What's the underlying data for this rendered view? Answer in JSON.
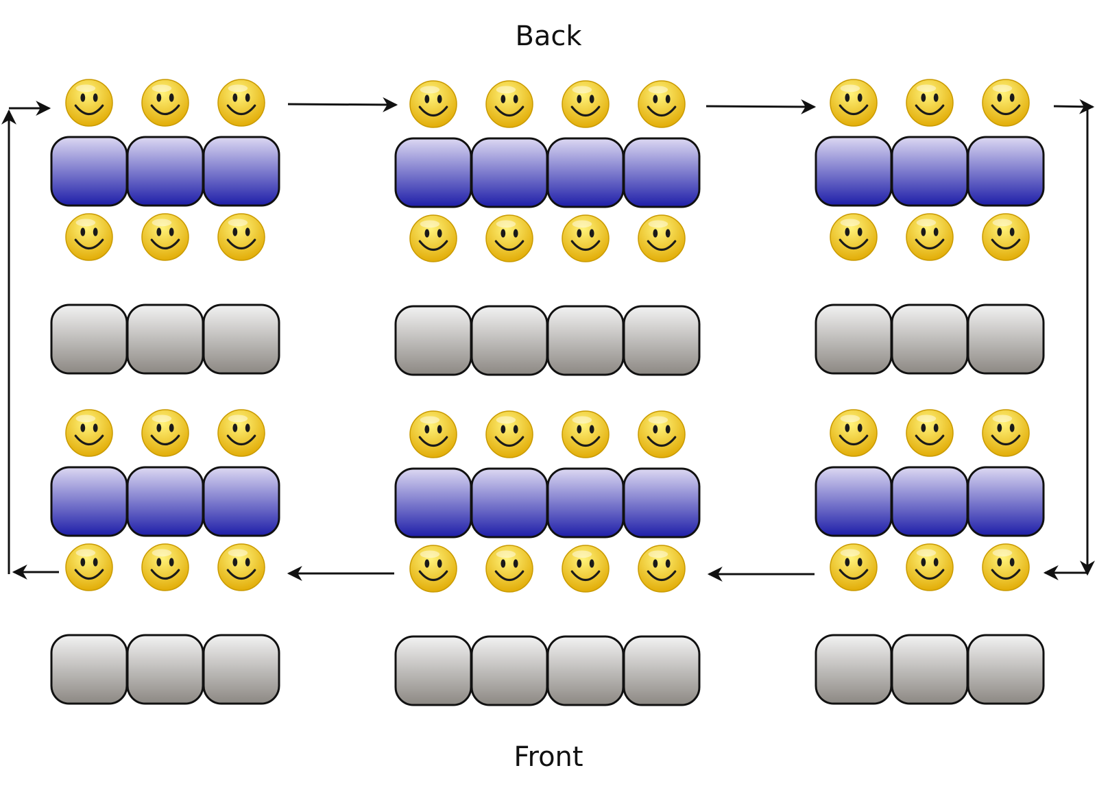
{
  "labels": {
    "back": "Back",
    "front": "Front"
  },
  "colors": {
    "background": "#ffffff",
    "desk_top": "#dcd8f2",
    "desk_bottom": "#1e1ea8",
    "table_top": "#f2f2f2",
    "table_bottom": "#8c8883",
    "face_top": "#fff27a",
    "face_bottom": "#e0a800",
    "outline": "#111111",
    "arrow": "#111111"
  },
  "icons": {
    "student": "smiley-face-icon",
    "desk": "rounded-desk-block",
    "arrow": "arrow-icon"
  },
  "groups": [
    {
      "position": "back-left",
      "desks": 3
    },
    {
      "position": "back-center",
      "desks": 4
    },
    {
      "position": "back-right",
      "desks": 3
    },
    {
      "position": "front-left",
      "desks": 3
    },
    {
      "position": "front-center",
      "desks": 4
    },
    {
      "position": "front-right",
      "desks": 3
    }
  ],
  "rotation": "clockwise"
}
